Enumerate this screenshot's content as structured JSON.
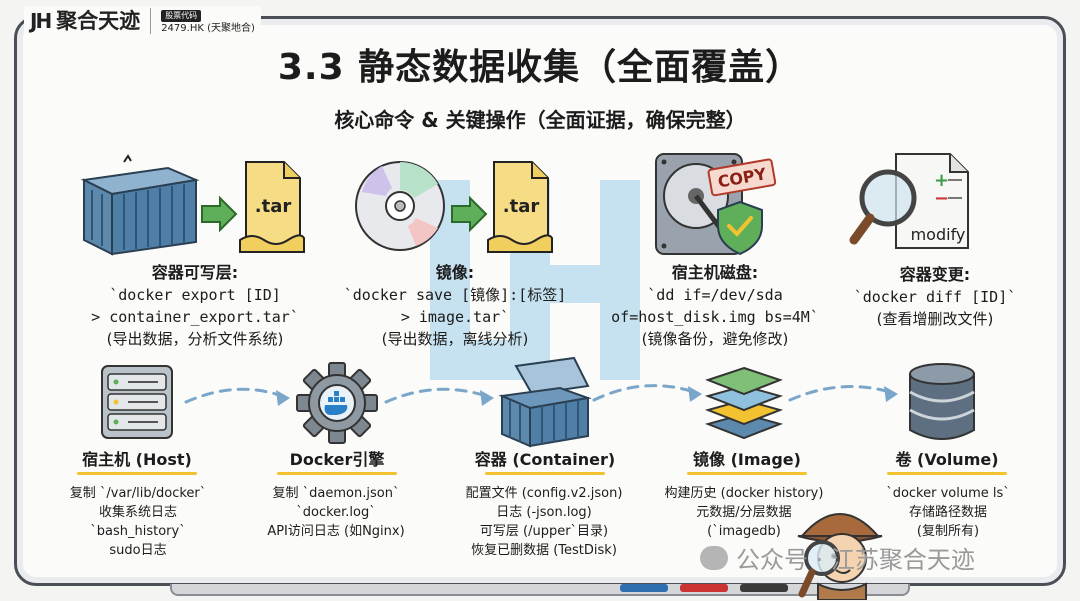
{
  "brand": {
    "mark": "JH",
    "name": "聚合天迹",
    "badge": "股票代码",
    "code": "2479.HK (天聚地合)"
  },
  "title": "3.3 静态数据收集（全面覆盖）",
  "subtitle": "核心命令 & 关键操作（全面证据，确保完整）",
  "top_items": [
    {
      "heading": "容器可写层:",
      "lines": [
        "`docker export [ID]",
        "> container_export.tar`",
        "(导出数据，分析文件系统)"
      ],
      "tag": ".tar"
    },
    {
      "heading": "镜像:",
      "lines": [
        "`docker save [镜像]:[标签]",
        "> image.tar`",
        "(导出数据，离线分析)"
      ],
      "tag": ".tar"
    },
    {
      "heading": "宿主机磁盘:",
      "lines": [
        "`dd if=/dev/sda",
        "of=host_disk.img bs=4M`",
        "(镜像备份，避免修改)"
      ],
      "tag": "COPY"
    },
    {
      "heading": "容器变更:",
      "lines": [
        "`docker diff [ID]`",
        "(查看增删改文件)"
      ],
      "tag": "modify"
    }
  ],
  "flow_nodes": [
    {
      "title": "宿主机 (Host)",
      "lines": [
        "复制 `/var/lib/docker`",
        "收集系统日志",
        "`bash_history`",
        "sudo日志"
      ]
    },
    {
      "title": "Docker引擎",
      "lines": [
        "复制 `daemon.json`",
        "`docker.log`",
        "API访问日志 (如Nginx)"
      ]
    },
    {
      "title": "容器 (Container)",
      "lines": [
        "配置文件 (config.v2.json)",
        "日志 (-json.log)",
        "可写层 (/upper`目录)",
        "恢复已删数据 (TestDisk)"
      ]
    },
    {
      "title": "镜像 (Image)",
      "lines": [
        "构建历史 (docker history)",
        "元数据/分层数据",
        "(`imagedb)"
      ]
    },
    {
      "title": "卷 (Volume)",
      "lines": [
        "`docker volume ls`",
        "存储路径数据",
        "(复制所有)"
      ]
    }
  ],
  "footer": {
    "wechat": "公众号 · 江苏聚合天迹"
  },
  "colors": {
    "container_blue": "#4f7fa6",
    "arrow_green": "#5fae5a",
    "yellow": "#f2c230",
    "board_frame": "#4a4f57",
    "flow_arrow": "#7aa6c9"
  }
}
